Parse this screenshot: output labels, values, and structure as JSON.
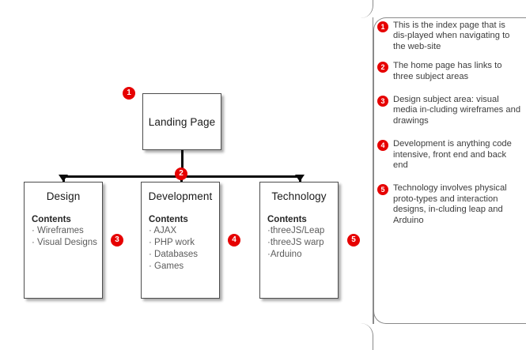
{
  "diagram": {
    "nodes": {
      "landing": {
        "title": "Landing Page"
      },
      "design": {
        "title": "Design",
        "contents_label": "Contents",
        "items": [
          "· Wireframes",
          "· Visual Designs"
        ]
      },
      "development": {
        "title": "Development",
        "contents_label": "Contents",
        "items": [
          "· AJAX",
          "· PHP work",
          "· Databases",
          "· Games"
        ]
      },
      "technology": {
        "title": "Technology",
        "contents_label": "Contents",
        "items": [
          "·threeJS/Leap",
          "·threeJS warp",
          "·Arduino"
        ]
      }
    },
    "badges": {
      "b1": "1",
      "b2": "2",
      "b3": "3",
      "b4": "4",
      "b5": "5"
    },
    "accent_color": "#e60000",
    "box_border_color": "#4d4d4d",
    "connector_color": "#0a0a0a"
  },
  "panel": {
    "divider_color": "#8a8a8a",
    "notes": [
      {
        "number": "1",
        "text": "This is the index page that is dis-played when navigating to the web-site"
      },
      {
        "number": "2",
        "text": "The home page has links to three subject areas"
      },
      {
        "number": "3",
        "text": "Design subject area: visual media in-cluding wireframes and drawings"
      },
      {
        "number": "4",
        "text": "Development is anything code intensive, front end and back end"
      },
      {
        "number": "5",
        "text": "Technology involves physical proto-types and interaction designs, in-cluding leap and Arduino"
      }
    ]
  }
}
